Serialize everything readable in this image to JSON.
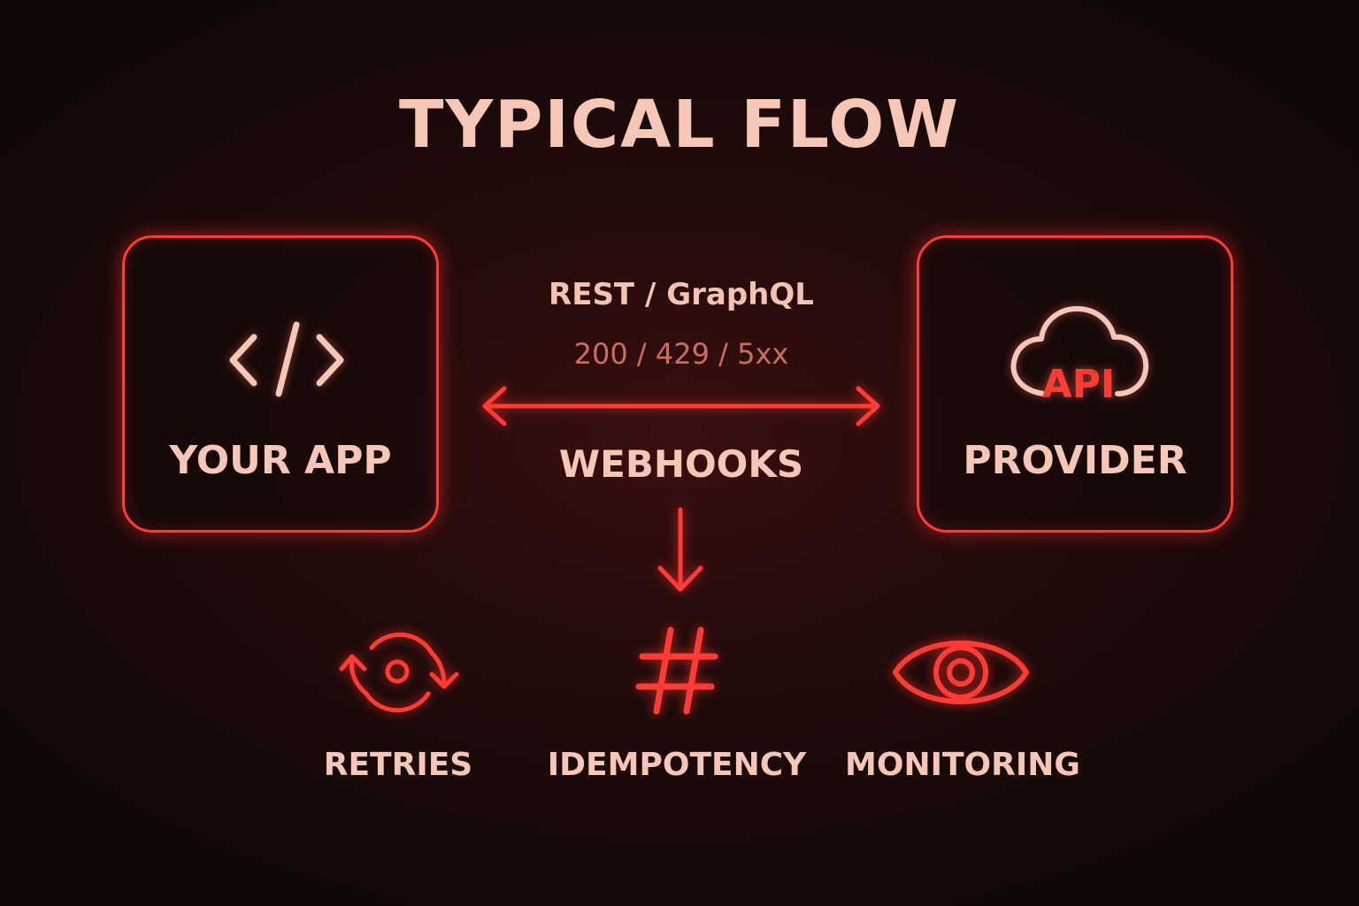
{
  "title": "TYPICAL FLOW",
  "left_node": {
    "label": "YOUR APP",
    "icon": "code-icon"
  },
  "right_node": {
    "label": "PROVIDER",
    "icon": "cloud-api-icon",
    "icon_text": "API"
  },
  "connection": {
    "protocol": "REST / GraphQL",
    "status_codes": "200 / 429 / 5xx",
    "event_label": "WEBHOOKS"
  },
  "features": [
    {
      "label": "RETRIES",
      "icon": "retry-cycle-icon"
    },
    {
      "label": "IDEMPOTENCY",
      "icon": "hash-icon"
    },
    {
      "label": "MONITORING",
      "icon": "eye-icon"
    }
  ],
  "colors": {
    "accent": "#ff3b35",
    "text": "#f6c6b7",
    "muted": "#c96e60",
    "background": "#1a0a0a"
  }
}
